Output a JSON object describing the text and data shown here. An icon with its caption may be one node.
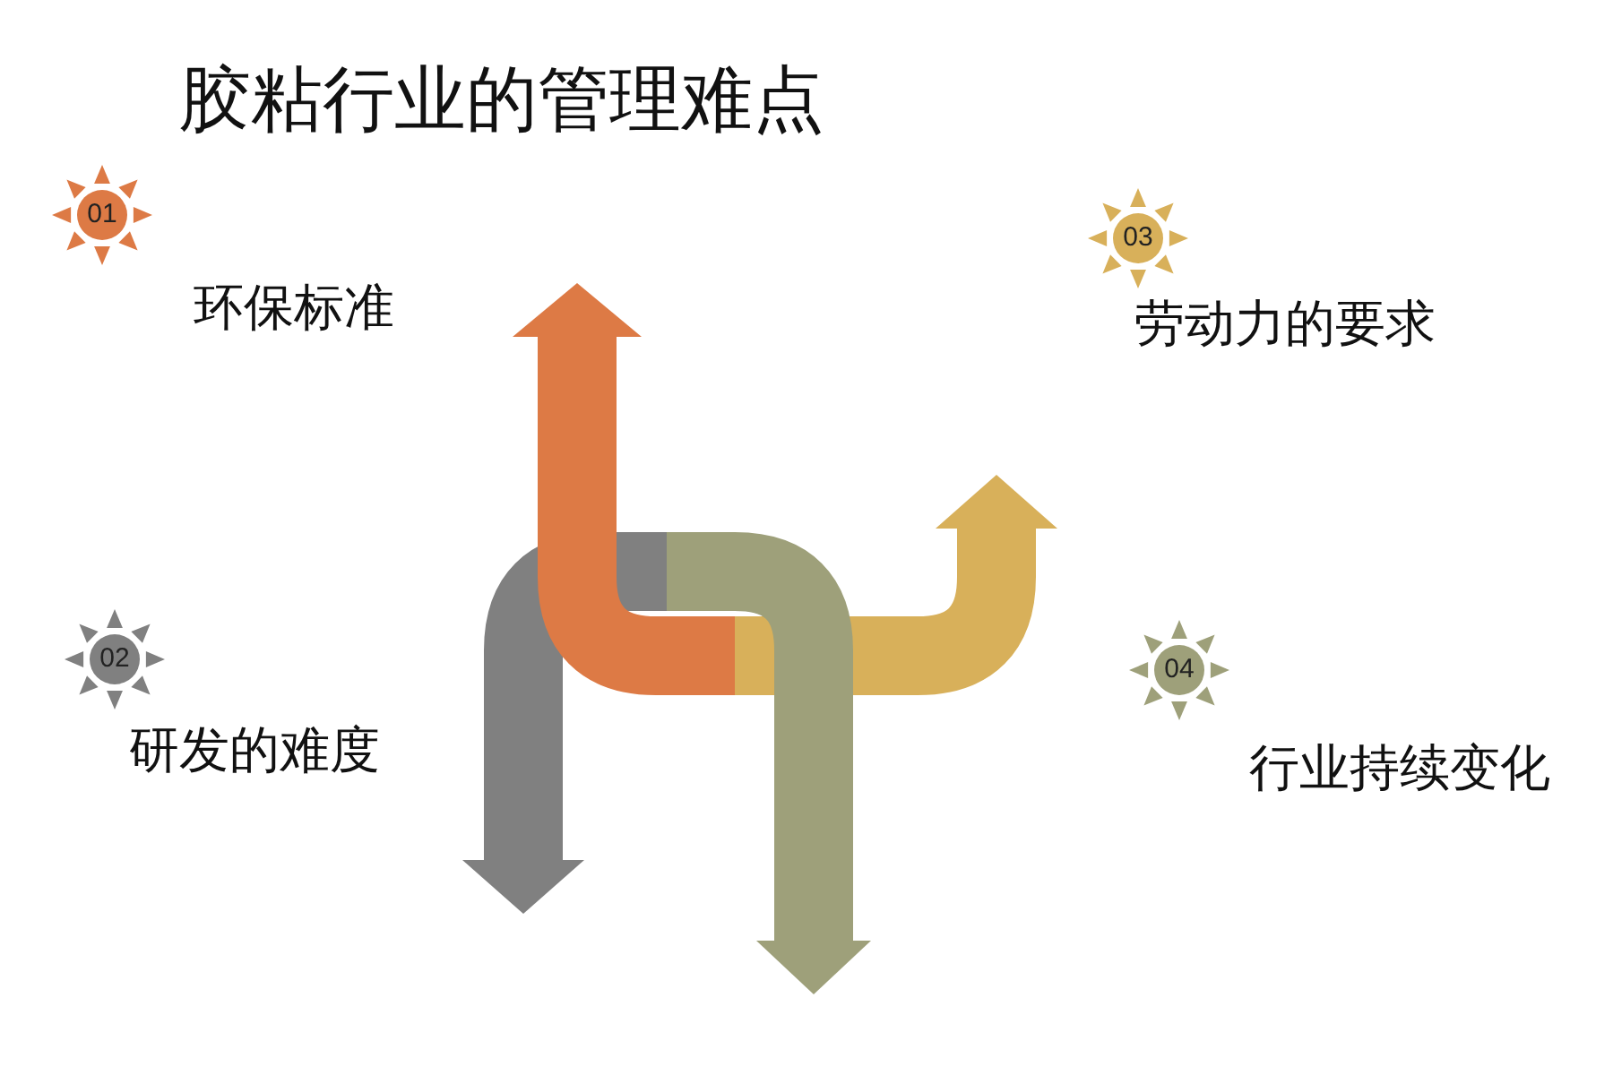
{
  "diagram": {
    "title": "胶粘行业的管理难点",
    "nodes": [
      {
        "text": [
          "01"
        ],
        "beside": [
          "环保标准"
        ]
      },
      {
        "text": [
          "02"
        ],
        "beside": [
          "研发的难度"
        ]
      },
      {
        "text": [
          "03"
        ],
        "beside": [
          "劳动力的要求"
        ]
      },
      {
        "text": [
          "04"
        ],
        "beside": [
          "行业持续变化"
        ]
      }
    ],
    "edges": []
  }
}
